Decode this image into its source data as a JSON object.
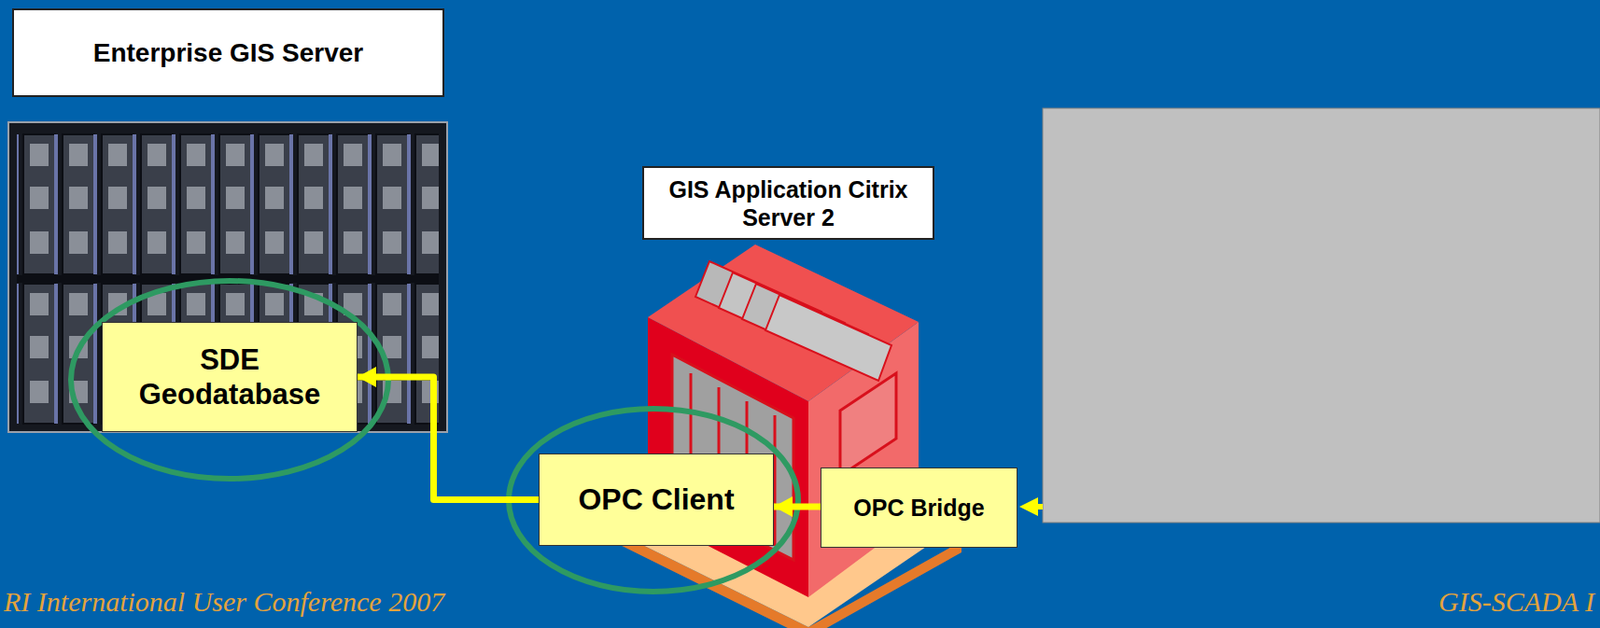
{
  "diagram": {
    "nodes": [
      {
        "text": [
          "Enterprise GIS Server"
        ]
      },
      {
        "text": [
          "SDE Geodatabase"
        ]
      },
      {
        "text": [
          "GIS Application Citrix Server 2"
        ]
      },
      {
        "text": [
          "OPC Client"
        ]
      },
      {
        "text": [
          "OPC Bridge"
        ]
      }
    ],
    "edges": [
      {
        "from": 3,
        "to": 1,
        "arrow": "to"
      },
      {
        "from": 4,
        "to": 3,
        "arrow": "to"
      }
    ],
    "labels": [
      "RI International User Conference 2007",
      "GIS-SCADA I"
    ]
  }
}
